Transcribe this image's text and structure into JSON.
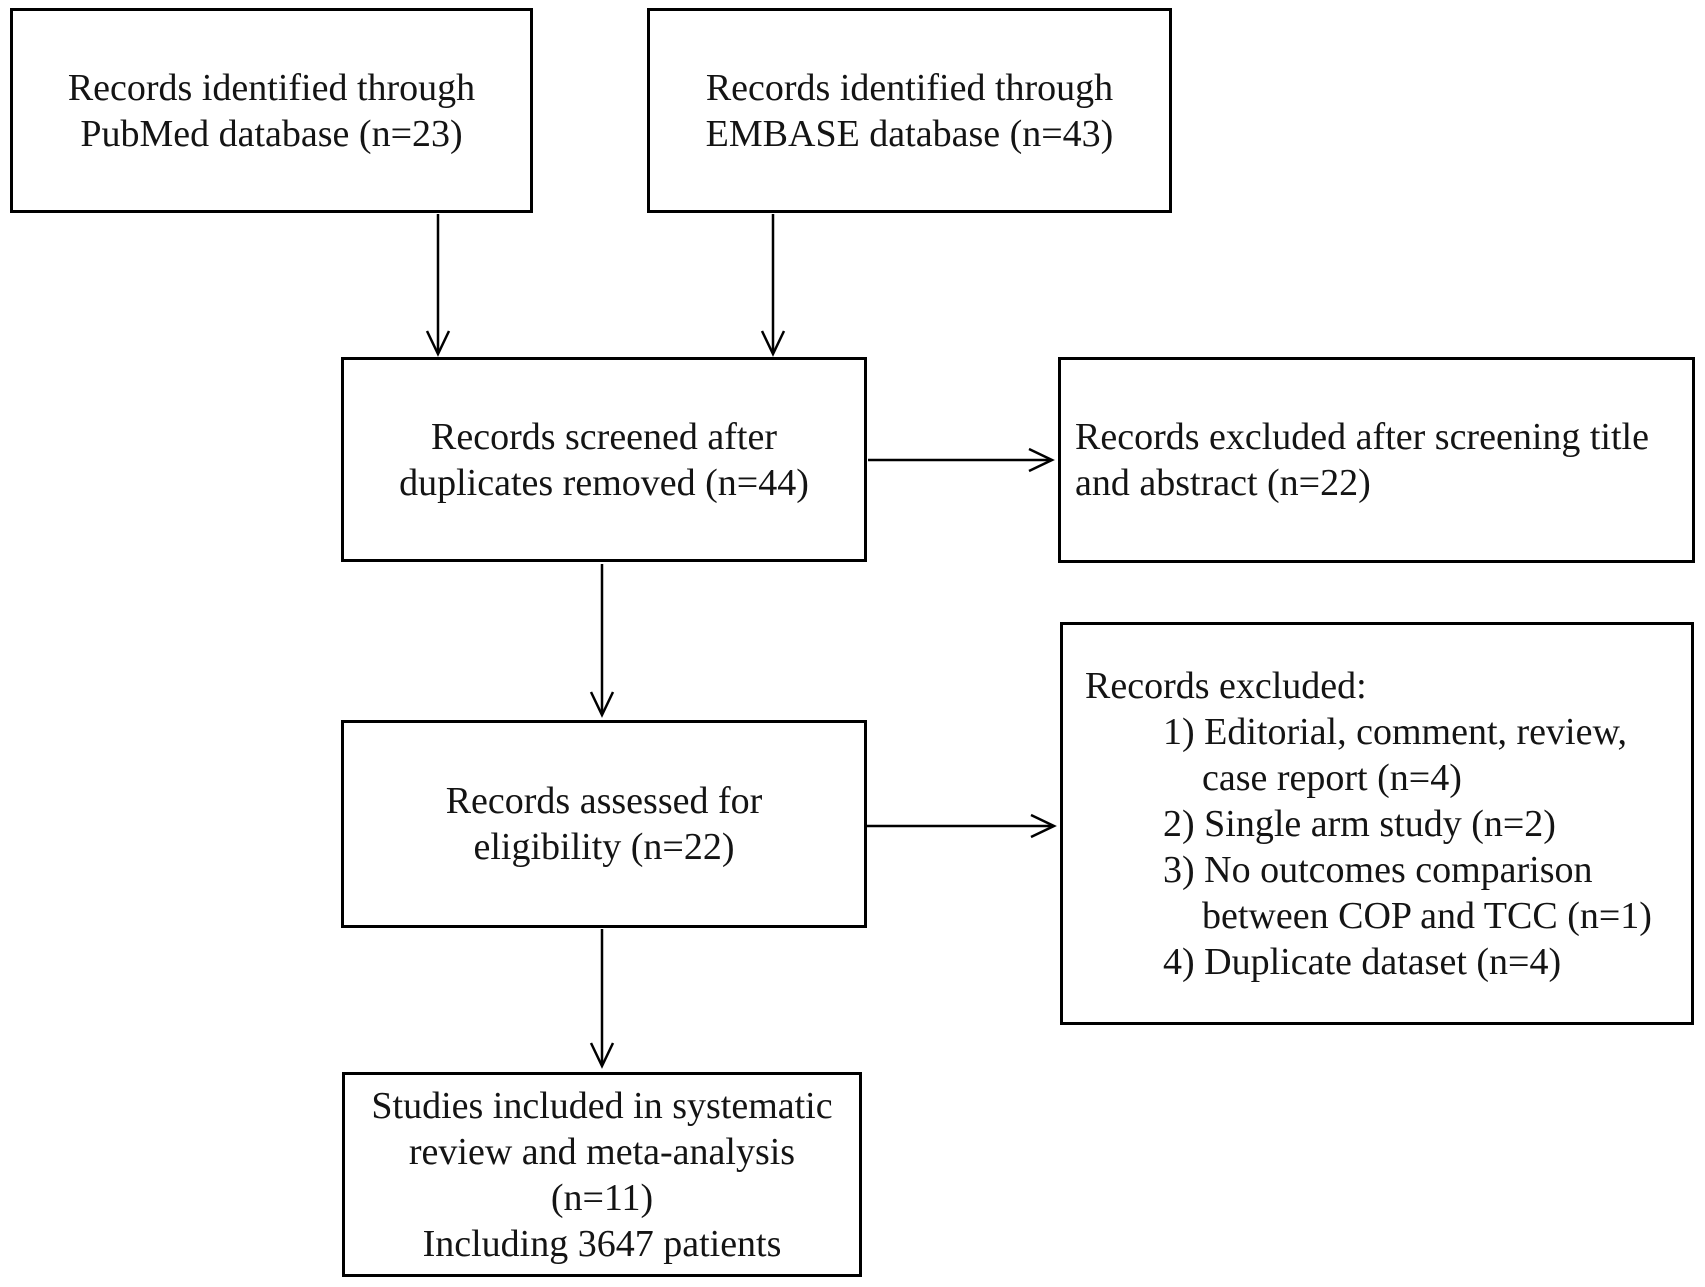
{
  "figure": {
    "kind": "PRISMA study selection flow diagram",
    "background_color": "#ffffff",
    "line_color": "#000000",
    "text_color": "#141414"
  },
  "boxes": {
    "pubmed": {
      "lines": [
        "Records identified through",
        "PubMed database (n=23)"
      ]
    },
    "embase": {
      "lines": [
        "Records identified through",
        "EMBASE database (n=43)"
      ]
    },
    "screened": {
      "lines": [
        "Records screened after",
        "duplicates removed (n=44)"
      ]
    },
    "excluded_screening": {
      "lines": [
        "Records excluded after screening title",
        "and abstract (n=22)"
      ]
    },
    "assessed": {
      "lines": [
        "Records assessed for",
        "eligibility (n=22)"
      ]
    },
    "excluded_eligibility": {
      "title": "Records excluded:",
      "items": [
        {
          "lines": [
            "1) Editorial, comment, review,",
            "case report (n=4)"
          ]
        },
        {
          "lines": [
            "2) Single arm study (n=2)"
          ]
        },
        {
          "lines": [
            "3) No outcomes comparison",
            "between COP and TCC (n=1)"
          ]
        },
        {
          "lines": [
            "4) Duplicate dataset (n=4)"
          ]
        }
      ]
    },
    "included": {
      "lines": [
        "Studies included in systematic",
        "review and meta-analysis",
        "(n=11)",
        "Including 3647 patients"
      ]
    }
  }
}
